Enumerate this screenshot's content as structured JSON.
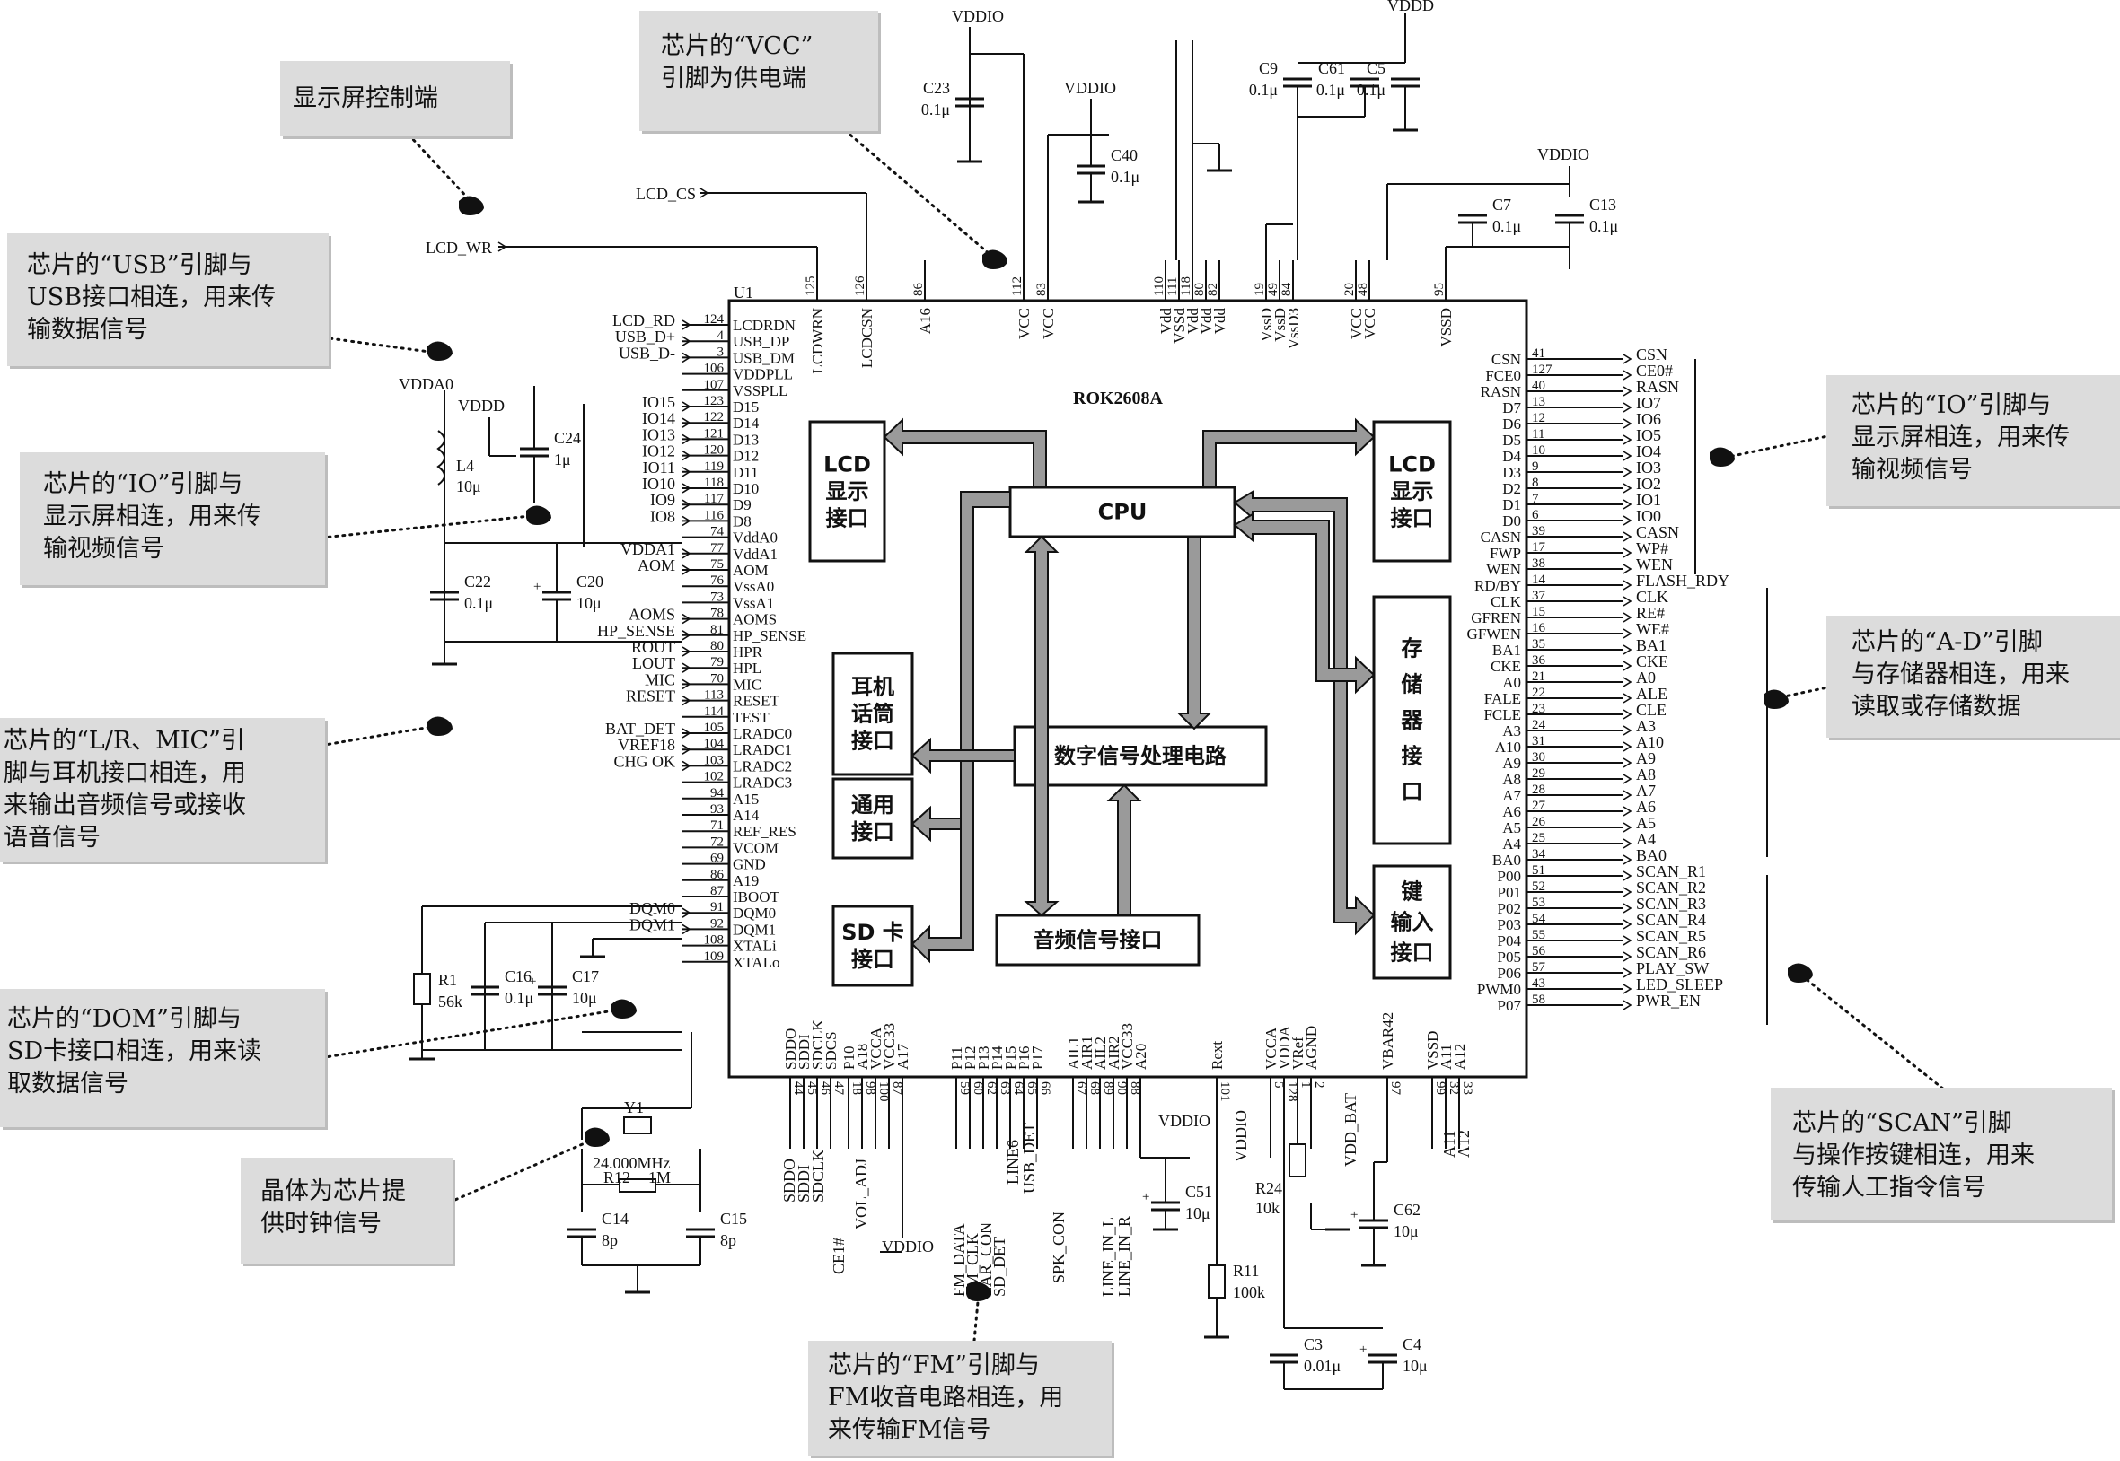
{
  "chip": {
    "ref": "U1",
    "name": "ROK2608A",
    "blocks": {
      "cpu": "CPU",
      "dsp": "数字信号处理电路",
      "audio": "音频信号接口",
      "lcd_left": [
        "LCD",
        "显示",
        "接口"
      ],
      "lcd_right": [
        "LCD",
        "显示",
        "接口"
      ],
      "earphone": [
        "耳机",
        "话筒",
        "接口"
      ],
      "general": [
        "通用",
        "接口"
      ],
      "sd": [
        "SD 卡",
        "接口"
      ],
      "storage": [
        "存",
        "储",
        "器",
        "接",
        "口"
      ],
      "key": [
        "键",
        "输入",
        "接口"
      ]
    },
    "left_pins": [
      {
        "num": "124",
        "name": "LCDRDN",
        "net": "LCD_RD"
      },
      {
        "num": "4",
        "name": "USB_DP",
        "net": "USB_D+"
      },
      {
        "num": "3",
        "name": "USB_DM",
        "net": "USB_D-"
      },
      {
        "num": "106",
        "name": "VDDPLL",
        "net": ""
      },
      {
        "num": "107",
        "name": "VSSPLL",
        "net": ""
      },
      {
        "num": "123",
        "name": "D15",
        "net": "IO15"
      },
      {
        "num": "122",
        "name": "D14",
        "net": "IO14"
      },
      {
        "num": "121",
        "name": "D13",
        "net": "IO13"
      },
      {
        "num": "120",
        "name": "D12",
        "net": "IO12"
      },
      {
        "num": "119",
        "name": "D11",
        "net": "IO11"
      },
      {
        "num": "118",
        "name": "D10",
        "net": "IO10"
      },
      {
        "num": "117",
        "name": "D9",
        "net": "IO9"
      },
      {
        "num": "116",
        "name": "D8",
        "net": "IO8"
      },
      {
        "num": "74",
        "name": "VddA0",
        "net": ""
      },
      {
        "num": "77",
        "name": "VddA1",
        "net": "VDDA1"
      },
      {
        "num": "75",
        "name": "AOM",
        "net": "AOM"
      },
      {
        "num": "76",
        "name": "VssA0",
        "net": ""
      },
      {
        "num": "73",
        "name": "VssA1",
        "net": ""
      },
      {
        "num": "78",
        "name": "AOMS",
        "net": "AOMS"
      },
      {
        "num": "81",
        "name": "HP_SENSE",
        "net": "HP_SENSE"
      },
      {
        "num": "80",
        "name": "HPR",
        "net": "ROUT"
      },
      {
        "num": "79",
        "name": "HPL",
        "net": "LOUT"
      },
      {
        "num": "70",
        "name": "MIC",
        "net": "MIC"
      },
      {
        "num": "113",
        "name": "RESET",
        "net": "RESET"
      },
      {
        "num": "114",
        "name": "TEST",
        "net": ""
      },
      {
        "num": "105",
        "name": "LRADC0",
        "net": "BAT_DET"
      },
      {
        "num": "104",
        "name": "LRADC1",
        "net": "VREF18"
      },
      {
        "num": "103",
        "name": "LRADC2",
        "net": "CHG OK"
      },
      {
        "num": "102",
        "name": "LRADC3",
        "net": ""
      },
      {
        "num": "94",
        "name": "A15",
        "net": ""
      },
      {
        "num": "93",
        "name": "A14",
        "net": ""
      },
      {
        "num": "71",
        "name": "REF_RES",
        "net": ""
      },
      {
        "num": "72",
        "name": "VCOM",
        "net": ""
      },
      {
        "num": "69",
        "name": "GND",
        "net": ""
      },
      {
        "num": "86",
        "name": "A19",
        "net": ""
      },
      {
        "num": "87",
        "name": "IBOOT",
        "net": ""
      },
      {
        "num": "91",
        "name": "DQM0",
        "net": "DQM0"
      },
      {
        "num": "92",
        "name": "DQM1",
        "net": "DQM1"
      },
      {
        "num": "108",
        "name": "XTALi",
        "net": ""
      },
      {
        "num": "109",
        "name": "XTALo",
        "net": ""
      }
    ],
    "right_pins": [
      {
        "num": "41",
        "name": "CSN",
        "net": "CSN"
      },
      {
        "num": "127",
        "name": "FCE0",
        "net": "CE0#"
      },
      {
        "num": "40",
        "name": "RASN",
        "net": "RASN"
      },
      {
        "num": "13",
        "name": "D7",
        "net": "IO7"
      },
      {
        "num": "12",
        "name": "D6",
        "net": "IO6"
      },
      {
        "num": "11",
        "name": "D5",
        "net": "IO5"
      },
      {
        "num": "10",
        "name": "D4",
        "net": "IO4"
      },
      {
        "num": "9",
        "name": "D3",
        "net": "IO3"
      },
      {
        "num": "8",
        "name": "D2",
        "net": "IO2"
      },
      {
        "num": "7",
        "name": "D1",
        "net": "IO1"
      },
      {
        "num": "6",
        "name": "D0",
        "net": "IO0"
      },
      {
        "num": "39",
        "name": "CASN",
        "net": "CASN"
      },
      {
        "num": "17",
        "name": "FWP",
        "net": "WP#"
      },
      {
        "num": "38",
        "name": "WEN",
        "net": "WEN"
      },
      {
        "num": "14",
        "name": "RD/BY",
        "net": "FLASH_RDY"
      },
      {
        "num": "37",
        "name": "CLK",
        "net": "CLK"
      },
      {
        "num": "15",
        "name": "GFREN",
        "net": "RE#"
      },
      {
        "num": "16",
        "name": "GFWEN",
        "net": "WE#"
      },
      {
        "num": "35",
        "name": "BA1",
        "net": "BA1"
      },
      {
        "num": "36",
        "name": "CKE",
        "net": "CKE"
      },
      {
        "num": "21",
        "name": "A0",
        "net": "A0"
      },
      {
        "num": "22",
        "name": "FALE",
        "net": "ALE"
      },
      {
        "num": "23",
        "name": "FCLE",
        "net": "CLE"
      },
      {
        "num": "24",
        "name": "A3",
        "net": "A3"
      },
      {
        "num": "31",
        "name": "A10",
        "net": "A10"
      },
      {
        "num": "30",
        "name": "A9",
        "net": "A9"
      },
      {
        "num": "29",
        "name": "A8",
        "net": "A8"
      },
      {
        "num": "28",
        "name": "A7",
        "net": "A7"
      },
      {
        "num": "27",
        "name": "A6",
        "net": "A6"
      },
      {
        "num": "26",
        "name": "A5",
        "net": "A5"
      },
      {
        "num": "25",
        "name": "A4",
        "net": "A4"
      },
      {
        "num": "34",
        "name": "BA0",
        "net": "BA0"
      },
      {
        "num": "51",
        "name": "P00",
        "net": "SCAN_R1"
      },
      {
        "num": "52",
        "name": "P01",
        "net": "SCAN_R2"
      },
      {
        "num": "53",
        "name": "P02",
        "net": "SCAN_R3"
      },
      {
        "num": "54",
        "name": "P03",
        "net": "SCAN_R4"
      },
      {
        "num": "55",
        "name": "P04",
        "net": "SCAN_R5"
      },
      {
        "num": "56",
        "name": "P05",
        "net": "SCAN_R6"
      },
      {
        "num": "57",
        "name": "P06",
        "net": "PLAY_SW"
      },
      {
        "num": "43",
        "name": "PWM0",
        "net": "LED_SLEEP"
      },
      {
        "num": "58",
        "name": "P07",
        "net": "PWR_EN"
      }
    ],
    "top_pins": [
      {
        "num": "125",
        "name": "LCDWRN"
      },
      {
        "num": "126",
        "name": "LCDCSN"
      },
      {
        "num": "86",
        "name": "A16"
      },
      {
        "num": "112",
        "name": "VCC"
      },
      {
        "num": "83",
        "name": "VCC"
      },
      {
        "num": "110",
        "name": "Vdd"
      },
      {
        "num": "111",
        "name": "VSSd"
      },
      {
        "num": "118",
        "name": "Vdd"
      },
      {
        "num": "80",
        "name": "Vdd"
      },
      {
        "num": "82",
        "name": "Vdd"
      },
      {
        "num": "19",
        "name": "VssD"
      },
      {
        "num": "49",
        "name": "VssD"
      },
      {
        "num": "84",
        "name": "VssD3"
      },
      {
        "num": "20",
        "name": "VCC"
      },
      {
        "num": "48",
        "name": "VCC"
      },
      {
        "num": "95",
        "name": "VSSD"
      }
    ],
    "bottom_pins": [
      {
        "num": "44",
        "name": "SDDO"
      },
      {
        "num": "45",
        "name": "SDDI"
      },
      {
        "num": "46",
        "name": "SDCLK"
      },
      {
        "num": "47",
        "name": "SDCS"
      },
      {
        "num": "18",
        "name": "P10"
      },
      {
        "num": "98",
        "name": "A18"
      },
      {
        "num": "100",
        "name": "VCCA"
      },
      {
        "num": "87",
        "name": "VCC33"
      },
      {
        "num": "",
        "name": "A17"
      },
      {
        "num": "59",
        "name": "P11"
      },
      {
        "num": "60",
        "name": "P12"
      },
      {
        "num": "62",
        "name": "P13"
      },
      {
        "num": "63",
        "name": "P14"
      },
      {
        "num": "64",
        "name": "P15"
      },
      {
        "num": "65",
        "name": "P16"
      },
      {
        "num": "66",
        "name": "P17"
      },
      {
        "num": "67",
        "name": "AIL1"
      },
      {
        "num": "68",
        "name": "AIR1"
      },
      {
        "num": "89",
        "name": "AIL2"
      },
      {
        "num": "90",
        "name": "AIR2"
      },
      {
        "num": "88",
        "name": "VCC33"
      },
      {
        "num": "",
        "name": "A20"
      },
      {
        "num": "101",
        "name": "Rext"
      },
      {
        "num": "5",
        "name": "VCCA"
      },
      {
        "num": "128",
        "name": "VDDA"
      },
      {
        "num": "1",
        "name": "VRef"
      },
      {
        "num": "2",
        "name": "AGND"
      },
      {
        "num": "97",
        "name": "VBAR42"
      },
      {
        "num": "99",
        "name": "VSSD"
      },
      {
        "num": "32",
        "name": "A11"
      },
      {
        "num": "33",
        "name": "A12"
      }
    ]
  },
  "nets": {
    "lcd_cs": "LCD_CS",
    "lcd_wr": "LCD_WR",
    "vddio": "VDDIO",
    "vddd": "VDDD",
    "vdda0": "VDDA0",
    "sddo_nets": [
      "SDDO",
      "SDDI",
      "SDCLK"
    ],
    "ce1": "CE1#",
    "vol_adj": "VOL_ADJ",
    "fm_nets": [
      "FM_DATA",
      "FM_CLK",
      "EAR_CON",
      "SD_DET"
    ],
    "line_in_6": "LINE6",
    "usb_det": "USB_DET",
    "spk_con": "SPK_CON",
    "line_in": [
      "LINE_IN_L",
      "LINE_IN_R"
    ],
    "vdd_bat": "VDD_BAT",
    "a_nets": [
      "A11",
      "A12"
    ]
  },
  "components": {
    "C23": {
      "ref": "C23",
      "value": "0.1μ"
    },
    "C40": {
      "ref": "C40",
      "value": "0.1μ"
    },
    "C9": {
      "ref": "C9",
      "value": "0.1μ"
    },
    "C61": {
      "ref": "C61",
      "value": "0.1μ"
    },
    "C5": {
      "ref": "C5",
      "value": "0.1μ"
    },
    "C7": {
      "ref": "C7",
      "value": "0.1μ"
    },
    "C13": {
      "ref": "C13",
      "value": "0.1μ"
    },
    "C24": {
      "ref": "C24",
      "value": "1μ"
    },
    "L4": {
      "ref": "L4",
      "value": "10μ"
    },
    "C22": {
      "ref": "C22",
      "value": "0.1μ"
    },
    "C20": {
      "ref": "C20",
      "value": "10μ"
    },
    "R1": {
      "ref": "R1",
      "value": "56k"
    },
    "C16": {
      "ref": "C16",
      "value": "0.1μ"
    },
    "C17": {
      "ref": "C17",
      "value": "10μ"
    },
    "Y1": {
      "ref": "Y1",
      "value": "24.000MHz"
    },
    "R12": {
      "ref": "R12",
      "value": "1M"
    },
    "C14": {
      "ref": "C14",
      "value": "8p"
    },
    "C15": {
      "ref": "C15",
      "value": "8p"
    },
    "C51": {
      "ref": "C51",
      "value": "10μ"
    },
    "R11": {
      "ref": "R11",
      "value": "100k"
    },
    "R24": {
      "ref": "R24",
      "value": "10k"
    },
    "C3": {
      "ref": "C3",
      "value": "0.01μ"
    },
    "C4": {
      "ref": "C4",
      "value": "10μ"
    },
    "C62": {
      "ref": "C62",
      "value": "10μ"
    }
  },
  "annotations": {
    "display_ctrl": [
      "显示屏控制端"
    ],
    "vcc": [
      "芯片的“VCC”",
      "引脚为供电端"
    ],
    "usb": [
      "芯片的“USB”引脚与",
      "USB接口相连，用来传",
      "输数据信号"
    ],
    "io_left": [
      "芯片的“IO”引脚与",
      "显示屏相连，用来传",
      "输视频信号"
    ],
    "lr_mic": [
      "芯片的“L/R、MIC”引",
      "脚与耳机接口相连，用",
      "来输出音频信号或接收",
      "语音信号"
    ],
    "dom": [
      "芯片的“DOM”引脚与",
      "SD卡接口相连，用来读",
      "取数据信号"
    ],
    "crystal": [
      "晶体为芯片提",
      "供时钟信号"
    ],
    "fm": [
      "芯片的“FM”引脚与",
      "FM收音电路相连，用",
      "来传输FM信号"
    ],
    "io_right": [
      "芯片的“IO”引脚与",
      "显示屏相连，用来传",
      "输视频信号"
    ],
    "ad": [
      "芯片的“A-D”引脚",
      "与存储器相连，用来",
      "读取或存储数据"
    ],
    "scan": [
      "芯片的“SCAN”引脚",
      "与操作按键相连，用来",
      "传输人工指令信号"
    ]
  }
}
